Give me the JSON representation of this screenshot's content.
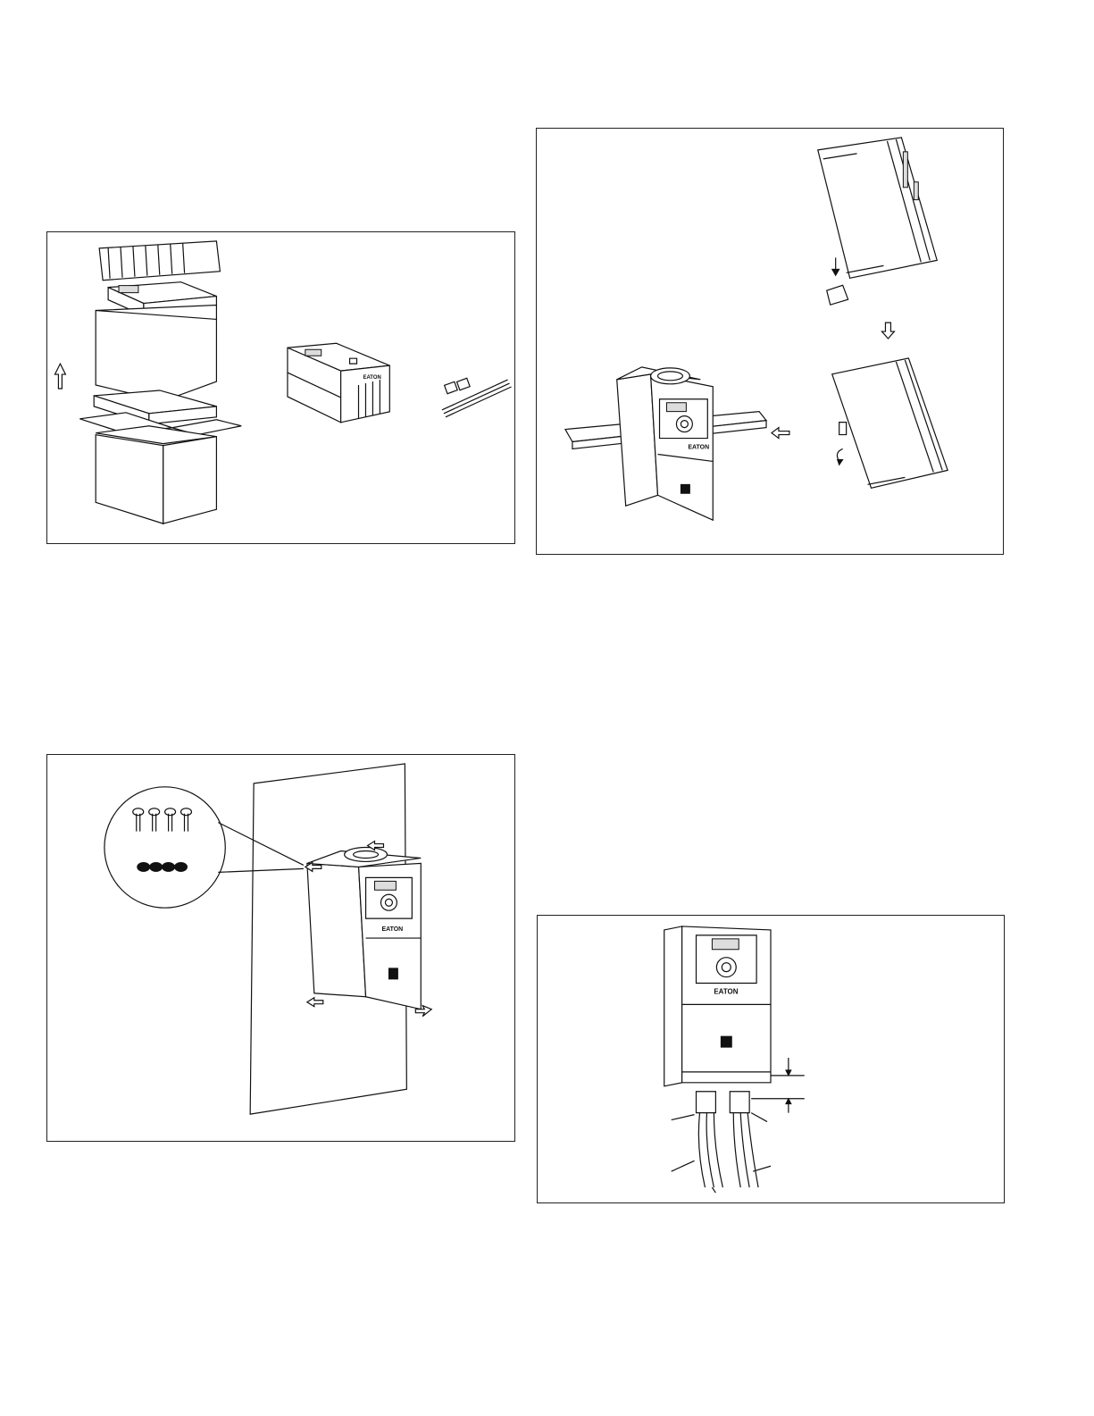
{
  "figures": [
    {
      "id": "unpacking",
      "brand_label": "EATON"
    },
    {
      "id": "din-rail-mounting",
      "brand_label": "EATON"
    },
    {
      "id": "screw-mounting",
      "brand_label": "EATON"
    },
    {
      "id": "cable-clearance",
      "brand_label": "EATON"
    }
  ]
}
